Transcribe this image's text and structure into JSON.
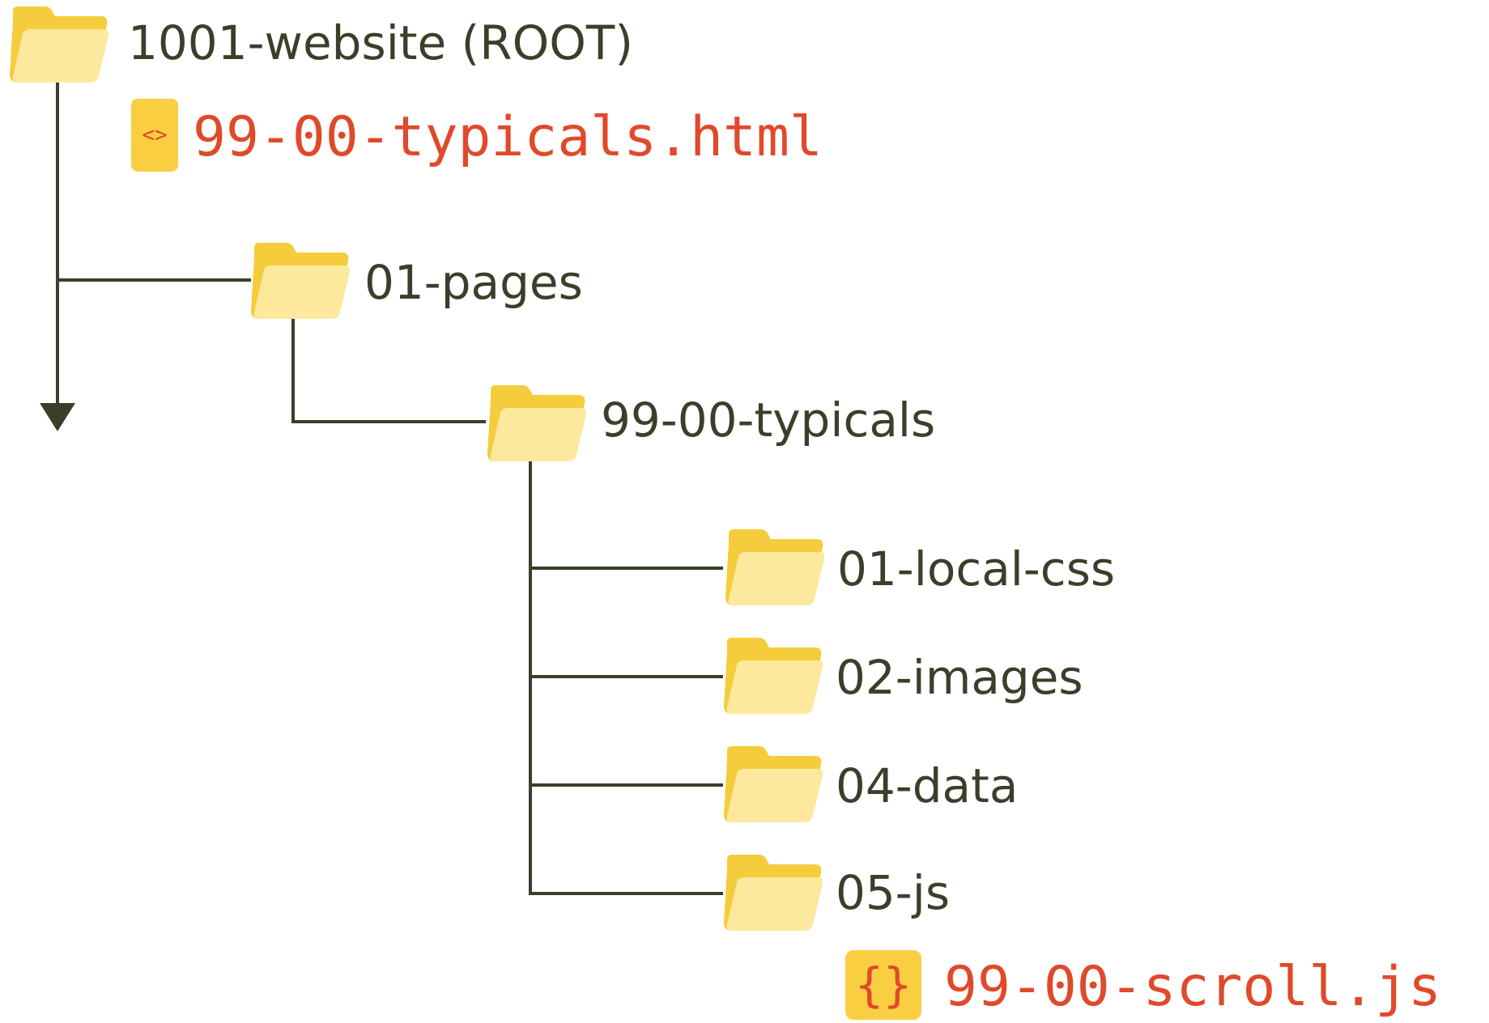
{
  "colors": {
    "line": "#3c3e2a",
    "folder_back": "#f5cc3b",
    "folder_front": "#fde99e",
    "file_icon_bg": "#f9cf41",
    "file_text": "#e0492a",
    "folder_text": "#3c3e2a"
  },
  "tree": {
    "root": {
      "label": "1001-website (ROOT)",
      "icon": "folder-icon"
    },
    "root_file": {
      "label": "99-00-typicals.html",
      "icon": "html-file-icon",
      "glyph": "<>"
    },
    "pages": {
      "label": "01-pages",
      "icon": "folder-icon"
    },
    "typicals": {
      "label": "99-00-typicals",
      "icon": "folder-icon"
    },
    "subfolders": [
      {
        "label": "01-local-css",
        "icon": "folder-icon"
      },
      {
        "label": "02-images",
        "icon": "folder-icon"
      },
      {
        "label": "04-data",
        "icon": "folder-icon"
      },
      {
        "label": "05-js",
        "icon": "folder-icon"
      }
    ],
    "js_file": {
      "label": "99-00-scroll.js",
      "icon": "js-file-icon",
      "glyph": "{}"
    }
  }
}
